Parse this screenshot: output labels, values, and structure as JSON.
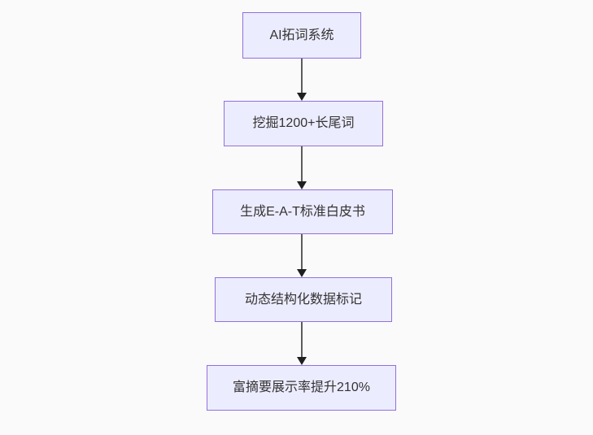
{
  "diagram": {
    "type": "flowchart-top-down",
    "nodes": [
      {
        "id": "n1",
        "label": "AI拓词系统"
      },
      {
        "id": "n2",
        "label": "挖掘1200+长尾词"
      },
      {
        "id": "n3",
        "label": "生成E-A-T标准白皮书"
      },
      {
        "id": "n4",
        "label": "动态结构化数据标记"
      },
      {
        "id": "n5",
        "label": "富摘要展示率提升210%"
      }
    ],
    "edges": [
      {
        "from": "n1",
        "to": "n2",
        "style": "arrow-down"
      },
      {
        "from": "n2",
        "to": "n3",
        "style": "arrow-down"
      },
      {
        "from": "n3",
        "to": "n4",
        "style": "arrow-down"
      },
      {
        "from": "n4",
        "to": "n5",
        "style": "arrow-down"
      }
    ],
    "colors": {
      "node_fill": "#ECECFF",
      "node_border": "#9370DB",
      "edge_line": "#5c5c5c",
      "edge_arrowhead": "#1f1f1f",
      "text": "#333333",
      "background": "#fafafa"
    }
  }
}
